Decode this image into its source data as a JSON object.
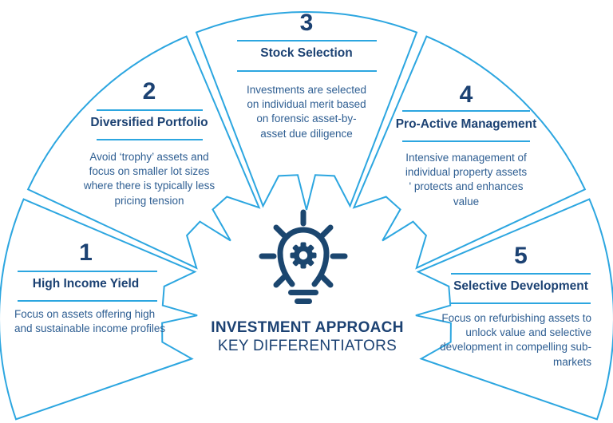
{
  "diagram": {
    "type": "fan-infographic",
    "center": {
      "icon": "lightbulb-gear-icon",
      "line1": "INVESTMENT APPROACH",
      "line2": "KEY DIFFERENTIATORS"
    },
    "segments": [
      {
        "number": "1",
        "title": "High Income Yield",
        "body": "Focus on assets offering high\nand sustainable income profiles"
      },
      {
        "number": "2",
        "title": "Diversified Portfolio",
        "body": "Avoid ‘trophy’ assets and\nfocus on smaller lot sizes\nwhere there is typically less\npricing tension"
      },
      {
        "number": "3",
        "title": "Stock Selection",
        "body": "Investments are selected\non individual merit based\non forensic asset-by-\nasset due diligence"
      },
      {
        "number": "4",
        "title": "Pro-Active Management",
        "body": "Intensive management of\nindividual property assets\n' protects and enhances\nvalue"
      },
      {
        "number": "5",
        "title": "Selective Development",
        "body": "Focus on refurbishing assets to\nunlock value and selective\ndevelopment in compelling sub-\nmarkets"
      }
    ],
    "colors": {
      "outline_blue": "#2ca6e0",
      "heading_navy": "#1c4273",
      "body_blue": "#2e5e92",
      "icon_navy": "#1b466f"
    }
  }
}
